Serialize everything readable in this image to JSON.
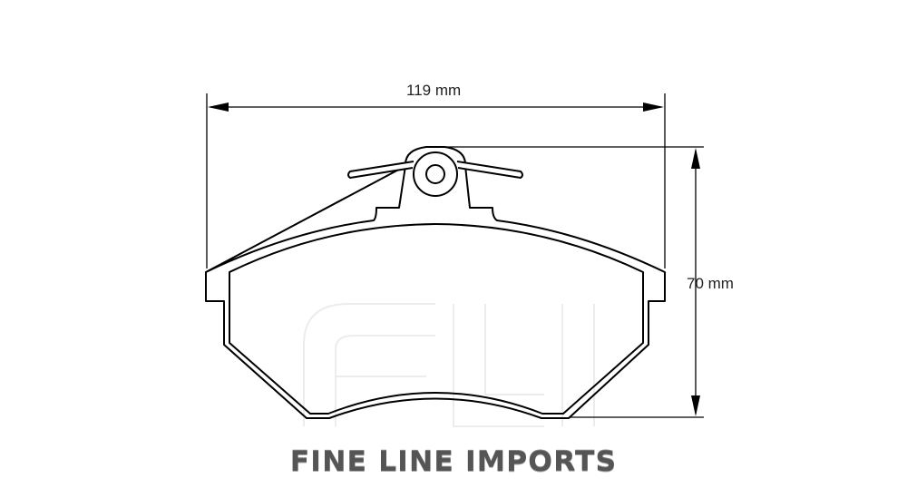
{
  "dimensions": {
    "width_label": "119 mm",
    "height_label": "70 mm"
  },
  "logo": {
    "text": "FINE LINE IMPORTS",
    "watermark": "FLI",
    "color": "#555555"
  },
  "colors": {
    "outline": "#000000",
    "watermark": "#eeeeee"
  }
}
